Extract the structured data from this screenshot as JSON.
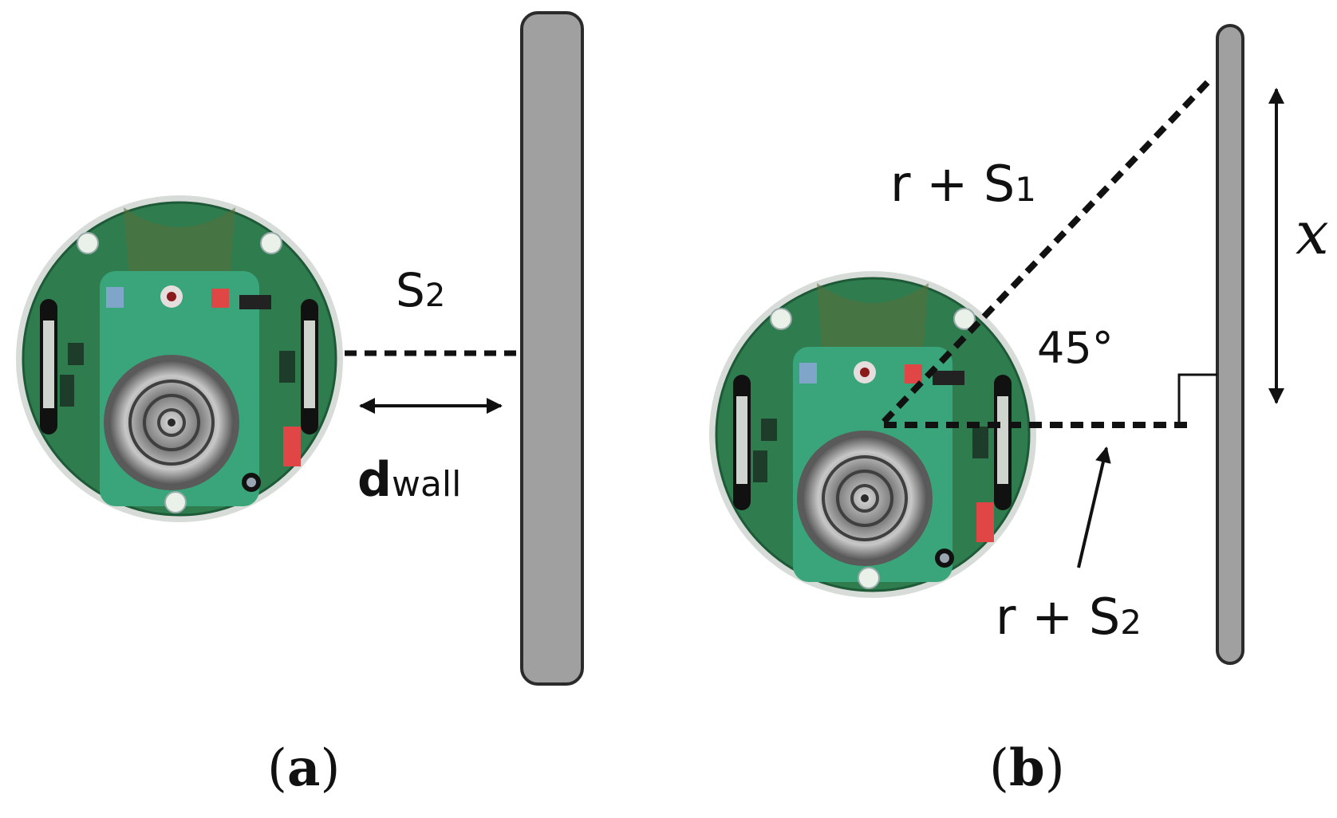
{
  "panel_a": {
    "caption_open": "(",
    "caption_letter": "a",
    "caption_close": ")",
    "sensor_label": "S",
    "sensor_sub": "2",
    "distance_label": "d",
    "distance_sub": "wall"
  },
  "panel_b": {
    "caption_open": "(",
    "caption_letter": "b",
    "caption_close": ")",
    "diag_label": "r + S",
    "diag_sub": "1",
    "angle_label": "45°",
    "horiz_label": "r + S",
    "horiz_sub": "2",
    "x_label": "x"
  },
  "colors": {
    "wall_fill": "#a0a0a0",
    "wall_stroke": "#2b2b2b",
    "board_green": "#2f7d4f",
    "rim": "#d8dcd8",
    "line": "#111111"
  }
}
